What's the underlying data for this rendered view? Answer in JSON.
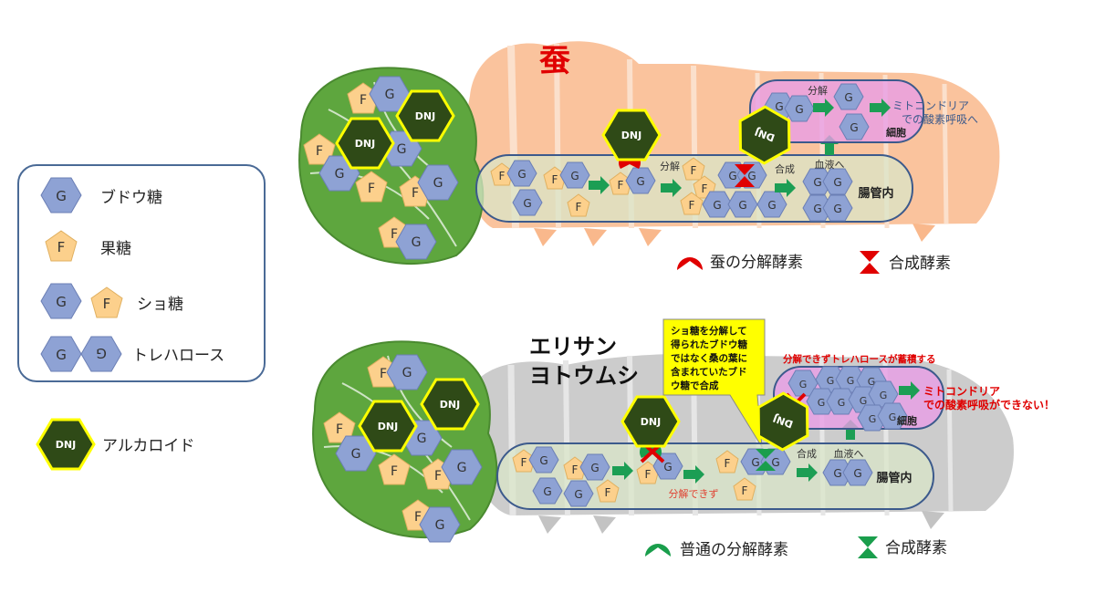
{
  "legend": {
    "glucose": "ブドウ糖",
    "fructose": "果糖",
    "sucrose": "ショ糖",
    "trehalose": "トレハロース",
    "alkaloid": "アルカロイド",
    "g": "G",
    "f": "F",
    "t": "G",
    "dnj": "DNJ"
  },
  "top": {
    "title": "蚕",
    "split_label": "分解",
    "synth_label": "合成",
    "blood_label": "血液へ",
    "gut_label": "腸管内",
    "cell_split_label": "分解",
    "cell_label": "細胞",
    "mito_line1": "ミトコンドリア",
    "mito_line2": "での酸素呼吸へ",
    "enzyme_split": "蚕の分解酵素",
    "enzyme_synth": "合成酵素",
    "dnj": "DNJ"
  },
  "bottom": {
    "title_line1": "エリサン",
    "title_line2": "ヨトウムシ",
    "callout_lines": [
      "ショ糖を分解して",
      "得られたブドウ糖",
      "ではなく桑の葉に",
      "含まれていたブド",
      "ウ糖で合成"
    ],
    "fail_label": "分解できず",
    "synth_label": "合成",
    "blood_label": "血液へ",
    "gut_label": "腸管内",
    "accum_label": "分解できずトレハロースが蓄積する",
    "cell_label": "細胞",
    "mito_line1": "ミトコンドリア",
    "mito_line2": "での酸素呼吸ができない！",
    "enzyme_split": "普通の分解酵素",
    "enzyme_synth": "合成酵素",
    "dnj": "DNJ"
  },
  "colors": {
    "glucose_fill": "#8ea2d4",
    "fructose_fill": "#fcd08c",
    "dnj_fill": "#2f4a17",
    "dnj_stroke": "#ffff00",
    "leaf": "#5ea63e",
    "silkworm": "#f9b88c",
    "moth_larva": "#c3c3c3",
    "arrow": "#1c9e54",
    "cell": "#e89ee6",
    "gut": "#d9e6c8",
    "red": "#e00000",
    "enzyme_green": "#1a9e4c",
    "callout": "#ffff00"
  }
}
